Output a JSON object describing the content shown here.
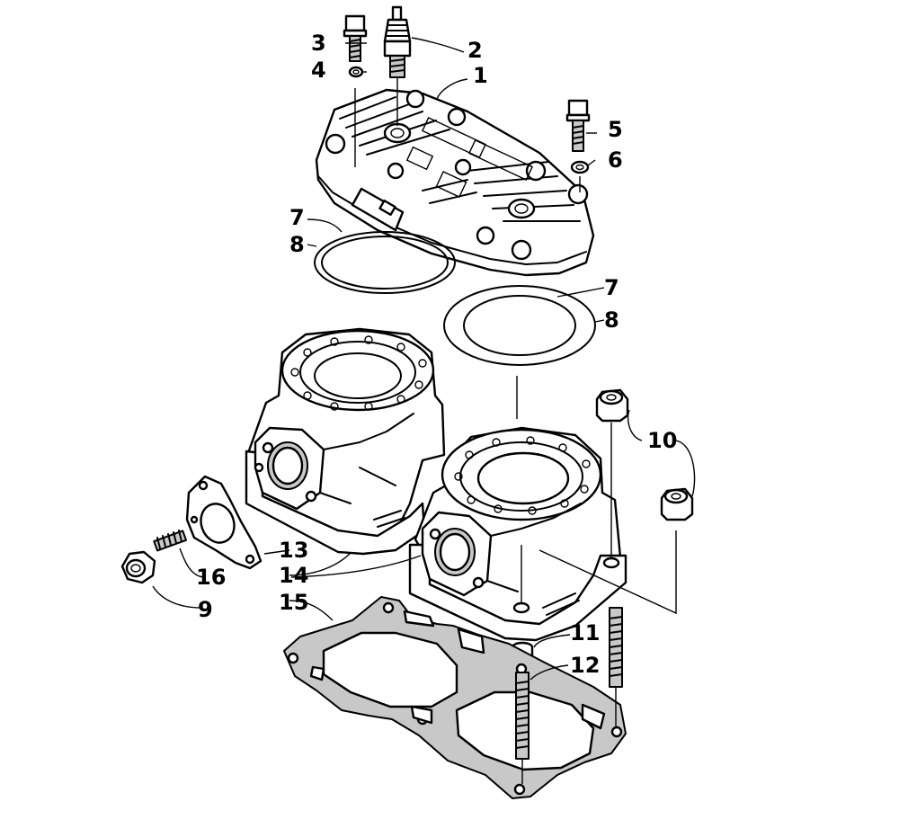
{
  "callouts": {
    "c1": "1",
    "c2": "2",
    "c3": "3",
    "c4": "4",
    "c5": "5",
    "c6": "6",
    "c7a": "7",
    "c8a": "8",
    "c7b": "7",
    "c8b": "8",
    "c9": "9",
    "c10": "10",
    "c11": "11",
    "c12": "12",
    "c13": "13",
    "c14": "14",
    "c15": "15",
    "c16": "16"
  },
  "colors": {
    "line": "#000000",
    "shade": "#c8c8c8",
    "dark": "#6c6c6c",
    "background": "#ffffff"
  }
}
